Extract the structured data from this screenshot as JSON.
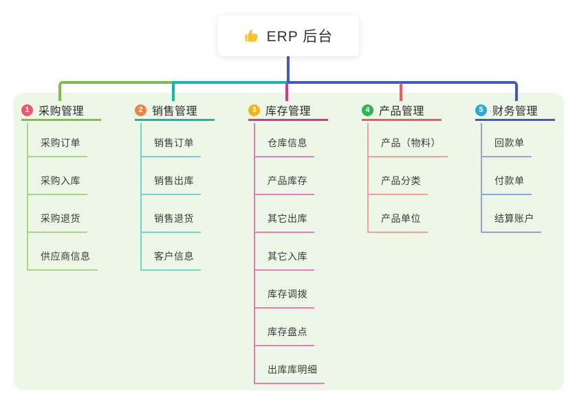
{
  "root": {
    "icon": "thumbs-up-icon",
    "title": "ERP 后台"
  },
  "colors": {
    "panel_bg": "#edf7e8",
    "stem_blue": "#4458c5",
    "icon_gold": "#f7c22d"
  },
  "branches": [
    {
      "badge": "1",
      "badge_color": "#ef5670",
      "label": "采购管理",
      "line_color": "#7ebf4b",
      "light_color": "#aad489",
      "children": [
        "采购订单",
        "采购入库",
        "采购退货",
        "供应商信息"
      ]
    },
    {
      "badge": "2",
      "badge_color": "#f8803d",
      "label": "销售管理",
      "line_color": "#14b8ab",
      "light_color": "#74d2c8",
      "children": [
        "销售订单",
        "销售出库",
        "销售退货",
        "客户信息"
      ]
    },
    {
      "badge": "3",
      "badge_color": "#f9b115",
      "label": "库存管理",
      "line_color": "#d6368f",
      "light_color": "#ef7ab8",
      "children": [
        "仓库信息",
        "产品库存",
        "其它出库",
        "其它入库",
        "库存调拨",
        "库存盘点",
        "出库库明细"
      ]
    },
    {
      "badge": "4",
      "badge_color": "#2eb650",
      "label": "产品管理",
      "line_color": "#f15a5a",
      "light_color": "#f79d97",
      "children": [
        "产品（物料）",
        "产品分类",
        "产品单位"
      ]
    },
    {
      "badge": "5",
      "badge_color": "#2fa7dc",
      "label": "财务管理",
      "line_color": "#4458c5",
      "light_color": "#93a5e0",
      "children": [
        "回款单",
        "付款单",
        "结算账户"
      ]
    }
  ]
}
